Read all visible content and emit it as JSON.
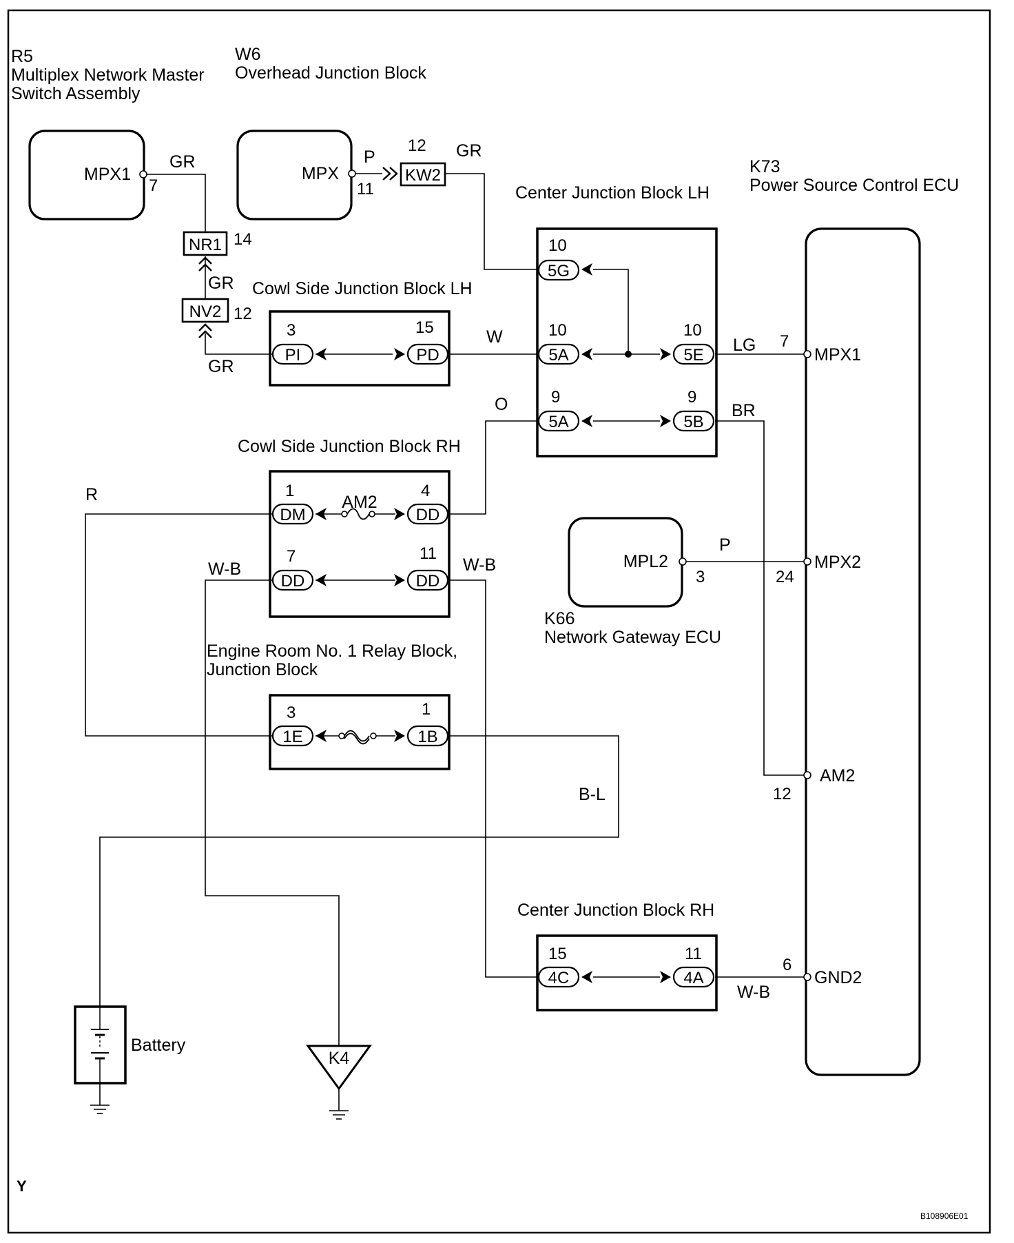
{
  "components": {
    "r5_code": "R5",
    "r5_name_line1": "Multiplex Network Master",
    "r5_name_line2": "Switch Assembly",
    "w6_code": "W6",
    "w6_name": "Overhead Junction Block",
    "k73_code": "K73",
    "k73_name": "Power Source Control ECU",
    "k66_code": "K66",
    "k66_name": "Network Gateway ECU",
    "cjb_lh": "Center Junction Block LH",
    "csjb_lh": "Cowl Side Junction Block LH",
    "csjb_rh": "Cowl Side Junction Block RH",
    "er_line1": "Engine Room No. 1 Relay Block,",
    "er_line2": "Junction Block",
    "cjb_rh": "Center Junction Block RH",
    "battery": "Battery",
    "ground_k4": "K4"
  },
  "terminals": {
    "r5_mpx1": "MPX1",
    "w6_mpx": "MPX",
    "k66_mpl2": "MPL2",
    "k73_mpx1": "MPX1",
    "k73_mpx2": "MPX2",
    "k73_am2": "AM2",
    "k73_gnd2": "GND2"
  },
  "connectors": {
    "kw2": "KW2",
    "nr1": "NR1",
    "nv2": "NV2",
    "cjblh_5g": "5G",
    "cjblh_5a_top": "5A",
    "cjblh_5e": "5E",
    "cjblh_5a_bot": "5A",
    "cjblh_5b": "5B",
    "csjblh_pi": "PI",
    "csjblh_pd": "PD",
    "csjbrh_dm": "DM",
    "csjbrh_dd_tr": "DD",
    "csjbrh_dd_bl": "DD",
    "csjbrh_dd_br": "DD",
    "er_1e": "1E",
    "er_1b": "1B",
    "cjbrh_4c": "4C",
    "cjbrh_4a": "4A",
    "fuse_am2": "AM2"
  },
  "pins": {
    "r5_7": "7",
    "w6_11": "11",
    "kw2_12": "12",
    "nr1_14": "14",
    "nv2_12": "12",
    "cjblh_5g_10": "10",
    "cjblh_5a_10": "10",
    "cjblh_5e_10": "10",
    "cjblh_5a_9": "9",
    "cjblh_5b_9": "9",
    "csjblh_3": "3",
    "csjblh_15": "15",
    "csjbrh_1": "1",
    "csjbrh_4": "4",
    "csjbrh_7": "7",
    "csjbrh_11": "11",
    "er_3": "3",
    "er_1": "1",
    "cjbrh_15": "15",
    "cjbrh_11": "11",
    "k66_3": "3",
    "k73_7": "7",
    "k73_24": "24",
    "k73_12": "12",
    "k73_6": "6"
  },
  "wire_colors": {
    "r5_out": "GR",
    "w6_out_p": "P",
    "w6_out_gr": "GR",
    "nr1_nv2": "GR",
    "nv2_pi": "GR",
    "pd_5a": "W",
    "e5_mpx1": "LG",
    "dd_5a": "O",
    "b5_am2": "BR",
    "dm_1e": "R",
    "dd_left": "W-B",
    "dd_right": "W-B",
    "b1_battery": "B-L",
    "mpl2_mpx2": "P",
    "a4_gnd2": "W-B"
  },
  "footer": {
    "corner_letter": "Y",
    "figure_code": "B108906E01"
  }
}
